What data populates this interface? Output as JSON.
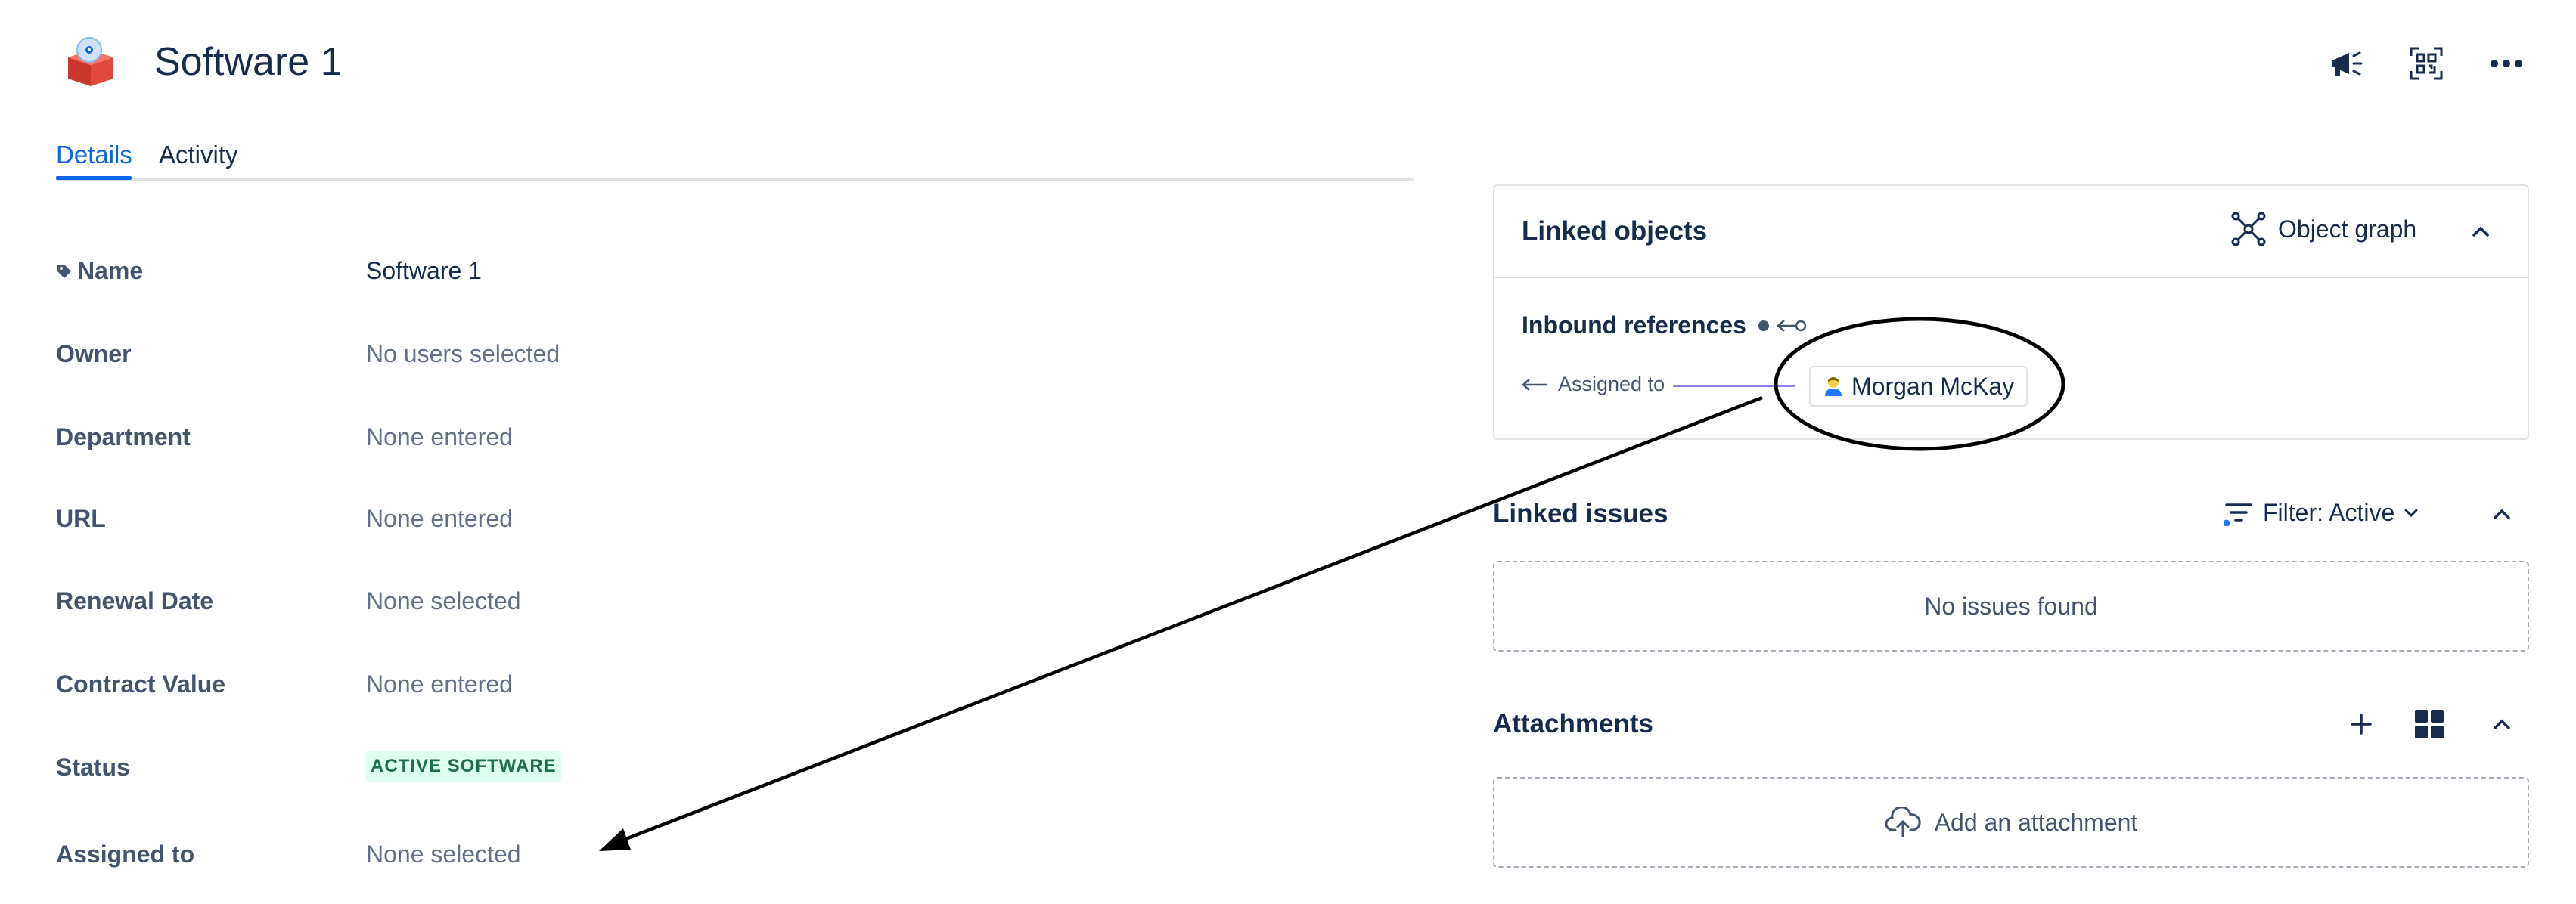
{
  "header": {
    "title": "Software 1",
    "icons": [
      "software-box-icon",
      "megaphone-icon",
      "qr-code-icon",
      "more-icon"
    ]
  },
  "tabs": [
    {
      "label": "Details",
      "active": true
    },
    {
      "label": "Activity",
      "active": false
    }
  ],
  "details": {
    "name_label": "Name",
    "name_value": "Software 1",
    "owner_label": "Owner",
    "owner_value": "No users selected",
    "department_label": "Department",
    "department_value": "None entered",
    "url_label": "URL",
    "url_value": "None entered",
    "renewal_label": "Renewal Date",
    "renewal_value": "None selected",
    "contract_label": "Contract Value",
    "contract_value": "None entered",
    "status_label": "Status",
    "status_value": "ACTIVE SOFTWARE",
    "assigned_label": "Assigned to",
    "assigned_value": "None selected"
  },
  "linked_objects": {
    "title": "Linked objects",
    "graph_button": "Object graph",
    "inbound_label": "Inbound references",
    "ref_attribute": "Assigned to",
    "ref_object": "Morgan McKay"
  },
  "linked_issues": {
    "title": "Linked issues",
    "filter_label": "Filter: Active",
    "empty_text": "No issues found"
  },
  "attachments": {
    "title": "Attachments",
    "add_label": "Add an attachment"
  },
  "colors": {
    "text_primary": "#172B4D",
    "text_subtle": "#626F86",
    "accent": "#0C66E4",
    "status_bg": "#DCFFF1",
    "status_text": "#216E4E",
    "border": "#DFE1E6"
  }
}
